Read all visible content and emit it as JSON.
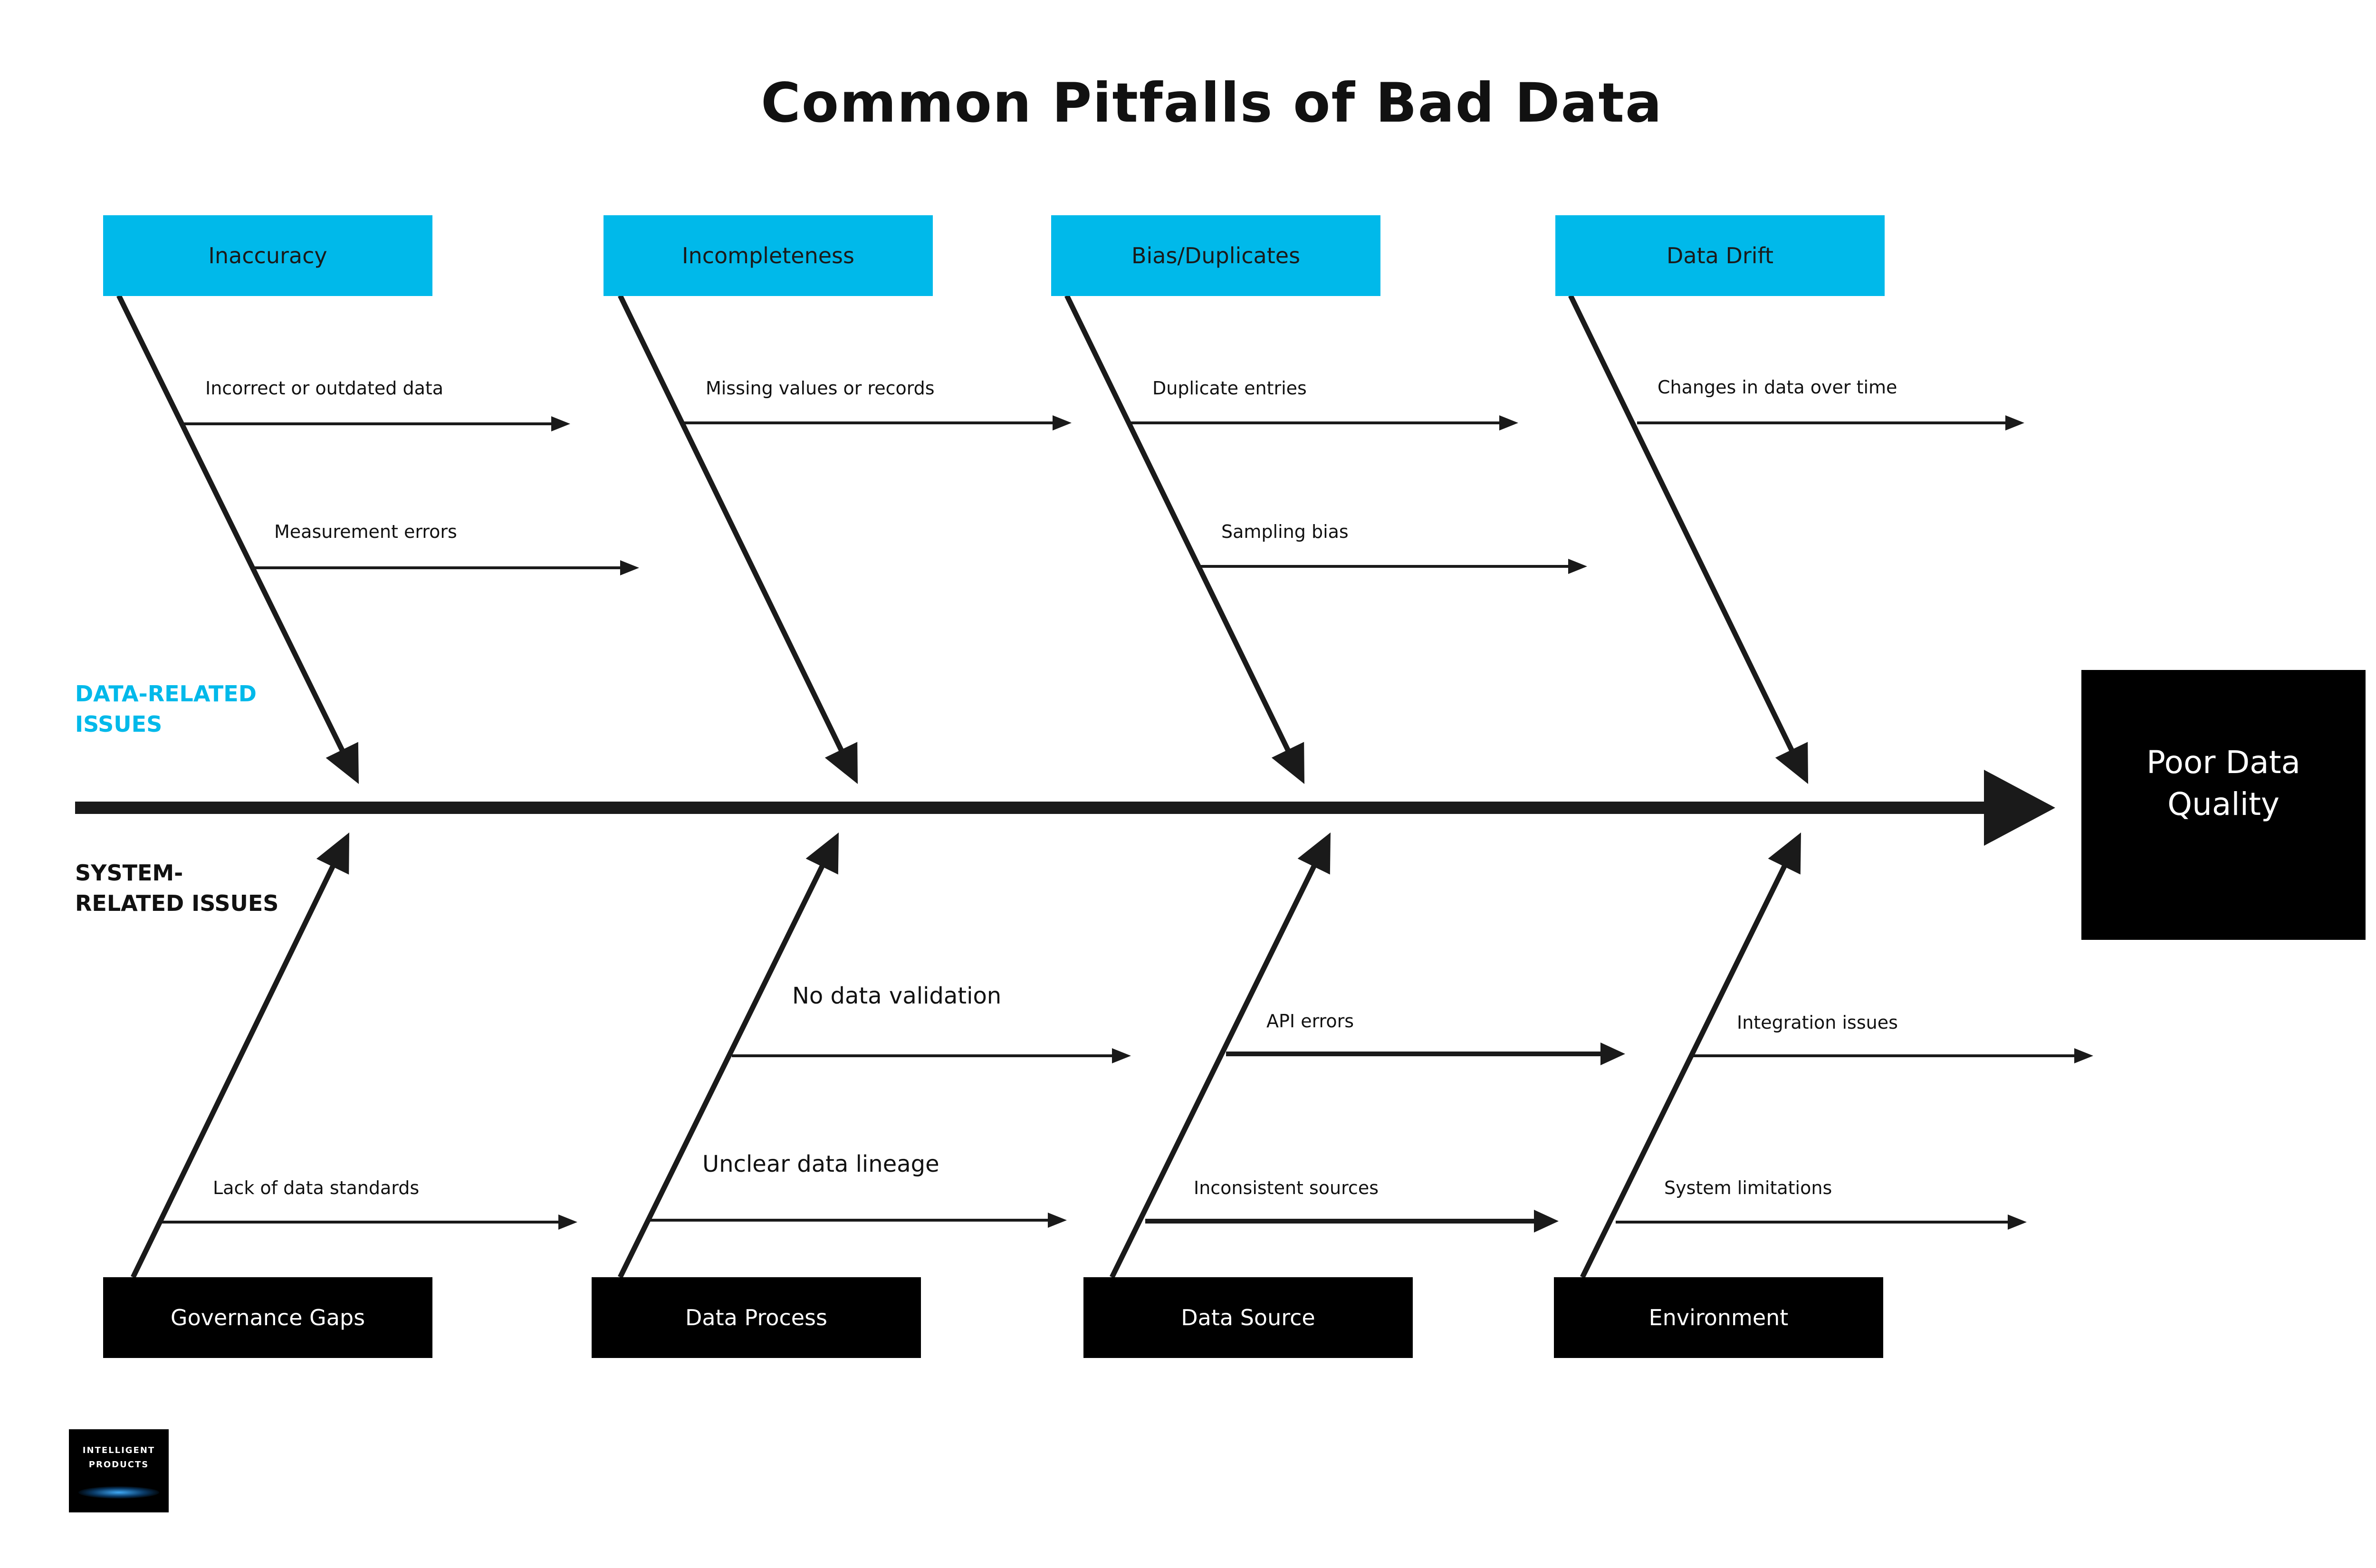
{
  "title": "Common Pitfalls of Bad Data",
  "effect": {
    "label": "Poor Data\nQuality"
  },
  "sides": {
    "top": "DATA-RELATED\nISSUES",
    "bottom": "SYSTEM-\nRELATED ISSUES"
  },
  "categories_top": [
    {
      "label": "Inaccuracy",
      "causes": [
        "Incorrect or outdated data",
        "Measurement errors"
      ]
    },
    {
      "label": "Incompleteness",
      "causes": [
        "Missing values or records"
      ]
    },
    {
      "label": "Bias/Duplicates",
      "causes": [
        "Duplicate entries",
        "Sampling bias"
      ]
    },
    {
      "label": "Data Drift",
      "causes": [
        "Changes in data over time"
      ]
    }
  ],
  "categories_bottom": [
    {
      "label": "Governance Gaps",
      "causes": [
        "Lack of data standards"
      ]
    },
    {
      "label": "Data Process",
      "causes": [
        "No data validation",
        "Unclear data lineage"
      ]
    },
    {
      "label": "Data Source",
      "causes": [
        "API errors",
        "Inconsistent sources"
      ]
    },
    {
      "label": "Environment",
      "causes": [
        "Integration issues",
        "System limitations"
      ]
    }
  ],
  "logo": {
    "text": "INTELLIGENT\nPRODUCTS"
  },
  "colors": {
    "accent": "#00b9ea",
    "ink": "#1a1a1a",
    "black": "#000000"
  }
}
